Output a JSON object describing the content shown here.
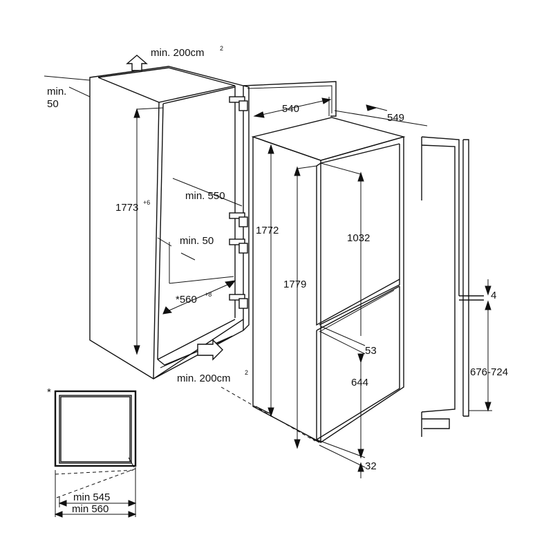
{
  "labels": {
    "vent_top": "min. 200cm",
    "vent_top_sup": "2",
    "min_50_left_a": "min.",
    "min_50_left_b": "50",
    "depth_540": "540",
    "depth_549": "549",
    "height_1773": "1773",
    "height_1773_sup": "+6",
    "min_550": "min. 550",
    "min_50_mid": "min. 50",
    "width_560": "*560",
    "width_560_sup": "+8",
    "height_1772": "1772",
    "height_1032": "1032",
    "height_1779": "1779",
    "dim_53": "53",
    "dim_644": "644",
    "dim_32": "32",
    "dim_4": "4",
    "dim_676_724": "676-724",
    "vent_bottom": "min. 200cm",
    "vent_bottom_sup": "2",
    "asterisk": "*",
    "min_545": "min 545",
    "min_560": "min 560"
  }
}
